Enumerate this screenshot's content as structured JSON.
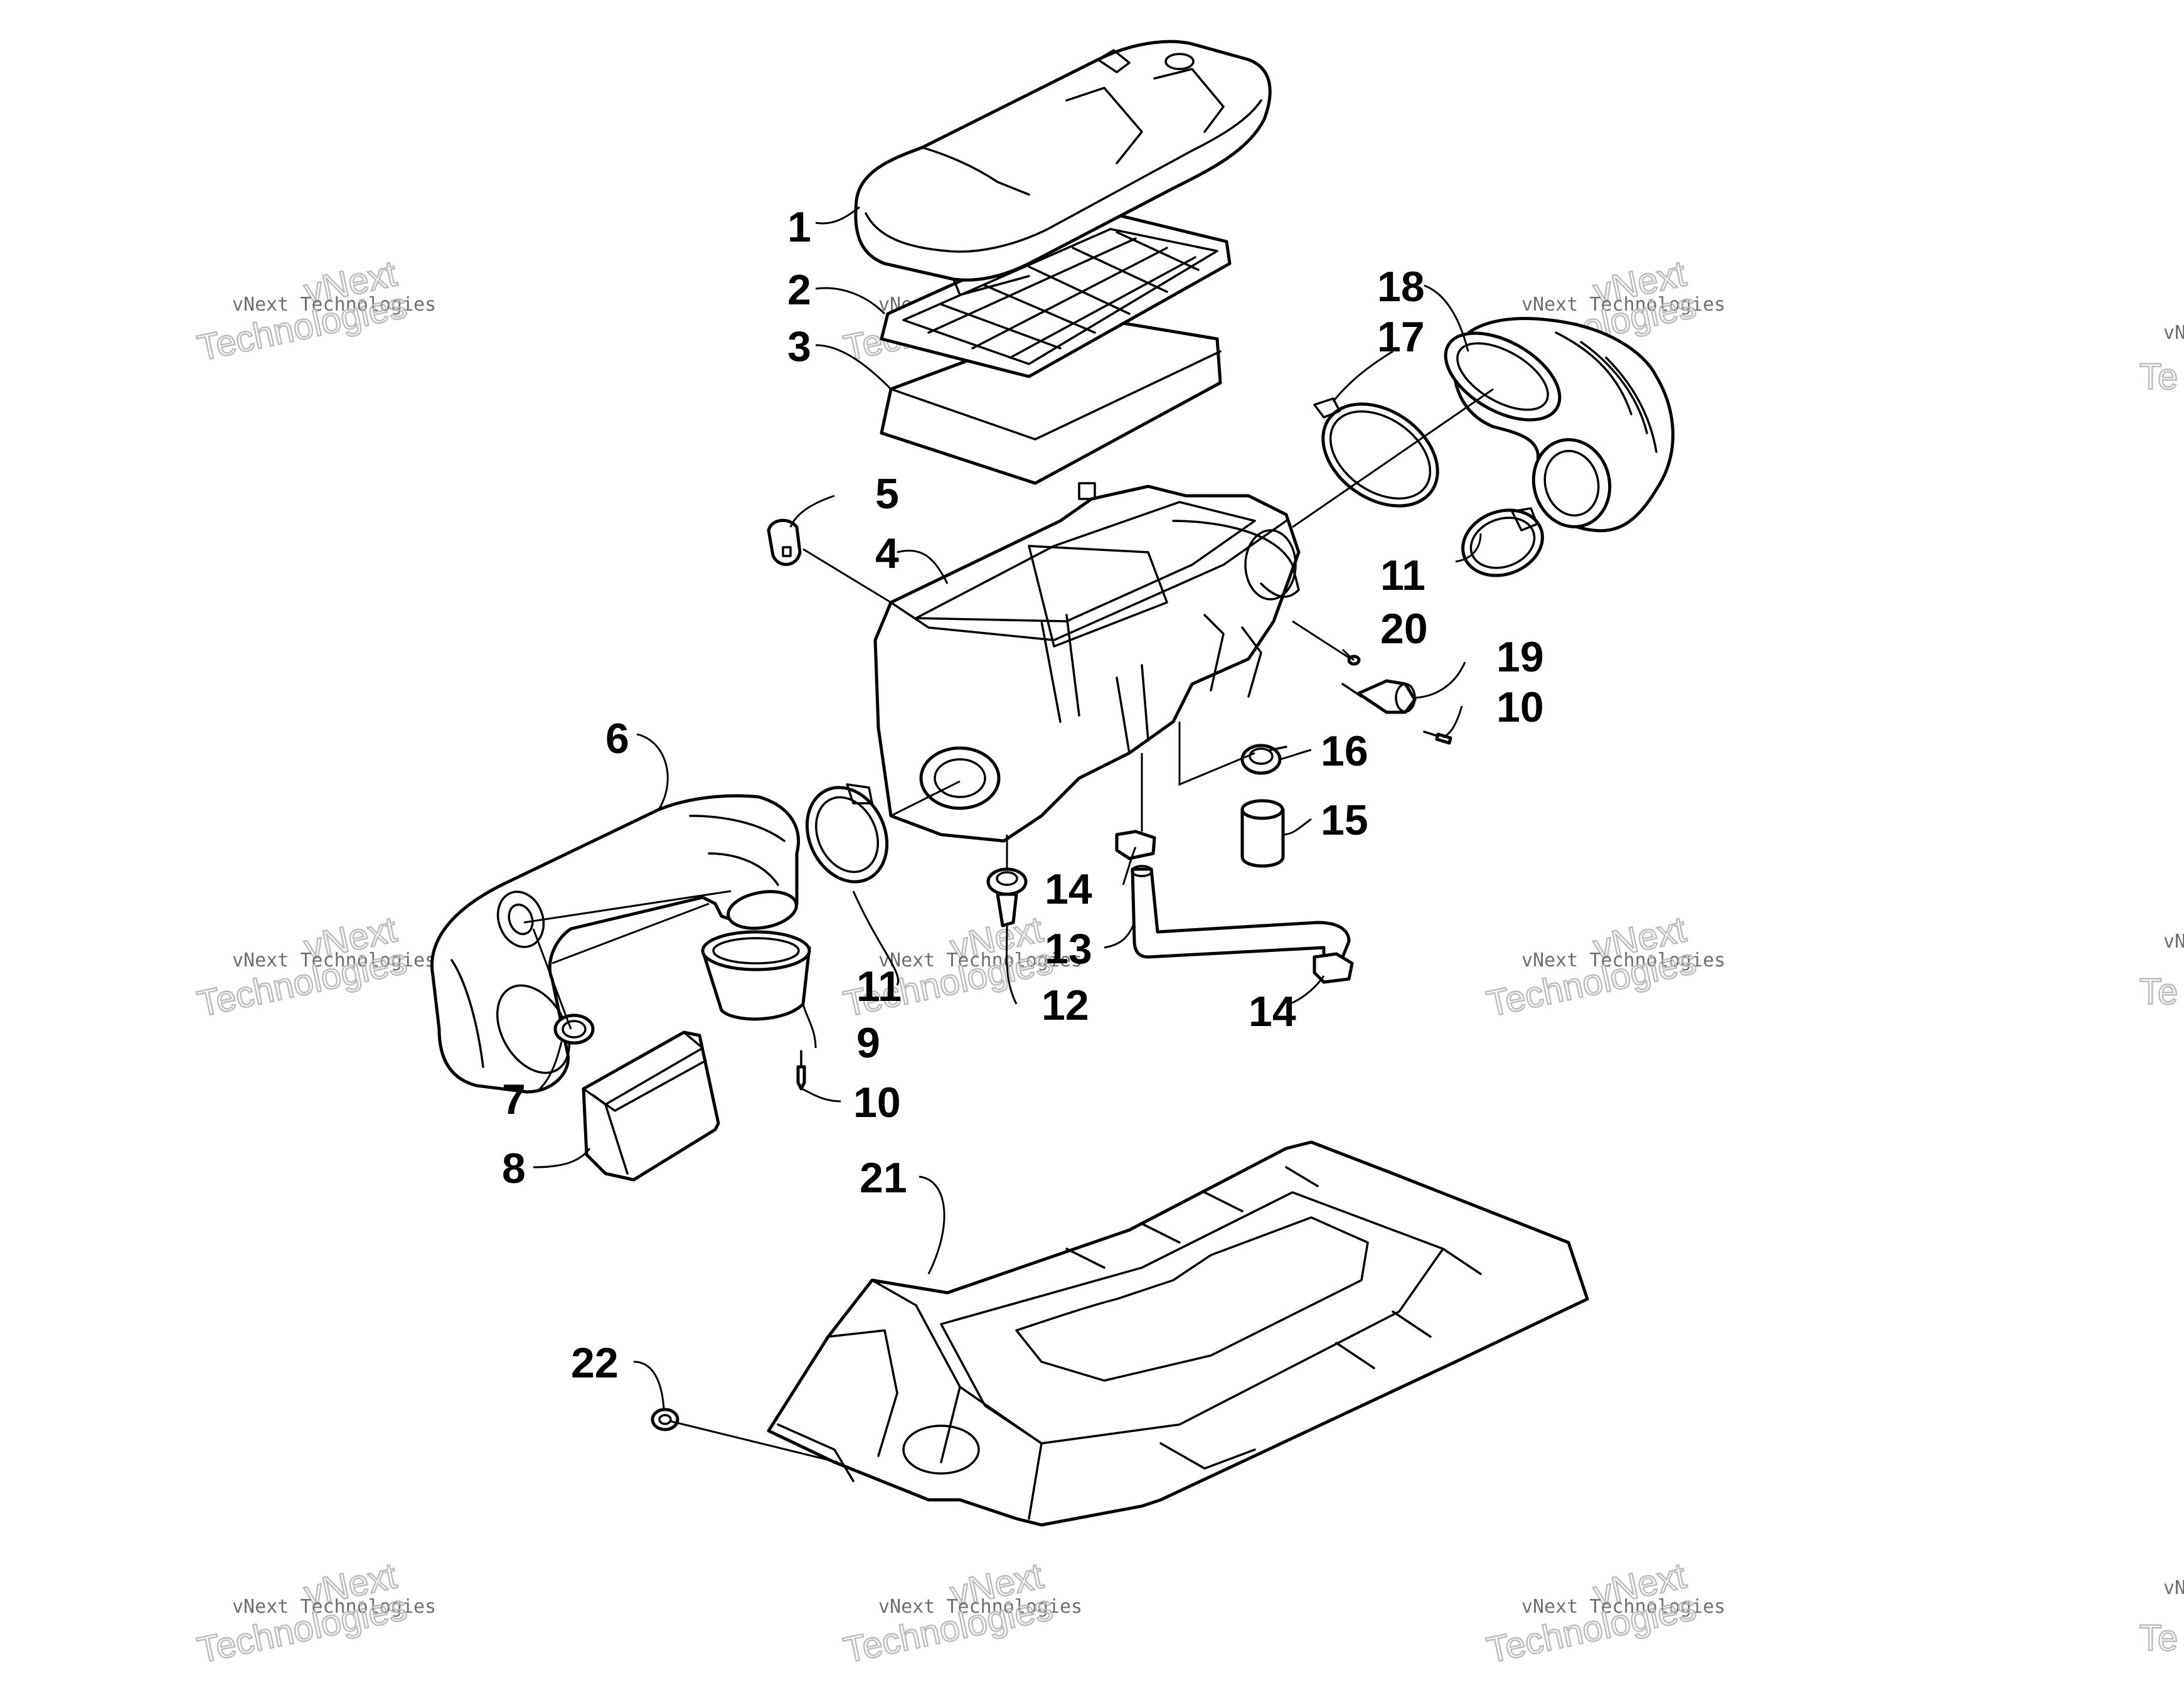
{
  "watermark": {
    "line1": "vNext",
    "line2": "vNext Technologies",
    "line3": "Technologies",
    "partial": "vN",
    "partial2": "Te"
  },
  "callouts": [
    {
      "id": "c1",
      "text": "1"
    },
    {
      "id": "c2",
      "text": "2"
    },
    {
      "id": "c3",
      "text": "3"
    },
    {
      "id": "c4",
      "text": "4"
    },
    {
      "id": "c5",
      "text": "5"
    },
    {
      "id": "c6",
      "text": "6"
    },
    {
      "id": "c7",
      "text": "7"
    },
    {
      "id": "c8",
      "text": "8"
    },
    {
      "id": "c9",
      "text": "9"
    },
    {
      "id": "c10a",
      "text": "10"
    },
    {
      "id": "c10b",
      "text": "10"
    },
    {
      "id": "c11a",
      "text": "11"
    },
    {
      "id": "c11b",
      "text": "11"
    },
    {
      "id": "c12",
      "text": "12"
    },
    {
      "id": "c13",
      "text": "13"
    },
    {
      "id": "c14a",
      "text": "14"
    },
    {
      "id": "c14b",
      "text": "14"
    },
    {
      "id": "c15",
      "text": "15"
    },
    {
      "id": "c16",
      "text": "16"
    },
    {
      "id": "c17",
      "text": "17"
    },
    {
      "id": "c18",
      "text": "18"
    },
    {
      "id": "c19",
      "text": "19"
    },
    {
      "id": "c20",
      "text": "20"
    },
    {
      "id": "c21",
      "text": "21"
    },
    {
      "id": "c22",
      "text": "22"
    }
  ]
}
